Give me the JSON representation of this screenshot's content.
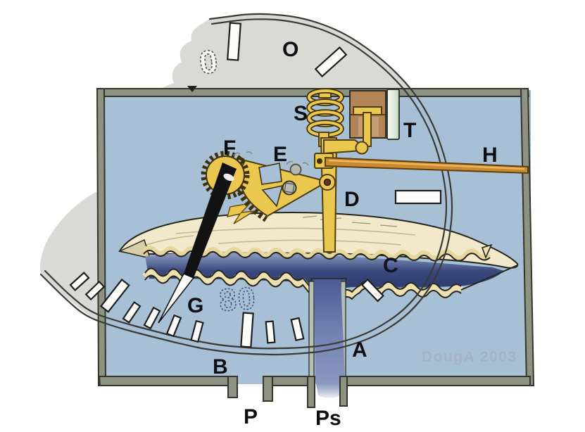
{
  "diagram": {
    "title_hint": "aneroid instrument mechanism cutaway",
    "labels": {
      "O": "O",
      "S": "S",
      "T": "T",
      "H": "H",
      "F": "F",
      "E": "E",
      "D": "D",
      "C": "C",
      "G": "G",
      "A": "A",
      "B": "B",
      "P": "P",
      "Ps": "Ps"
    },
    "dial_numerals": {
      "zero": "0",
      "eighty": "80"
    },
    "watermark": "DougA 2003",
    "colors": {
      "case_fill": "#a8c0d5",
      "case_border": "#8d9383",
      "dial_face": "#d9dad6",
      "gold": "#eac84f",
      "rod_brown": "#ca8a2f",
      "block_brown": "#b28457",
      "capsule_cream": "#f2e9cc",
      "capsule_interior_dark": "#2e3e70",
      "tube_blue": "#707fae",
      "needle_black": "#121212",
      "label_ink": "#0e0e12",
      "watermark_color": "#a3b2c2"
    }
  }
}
